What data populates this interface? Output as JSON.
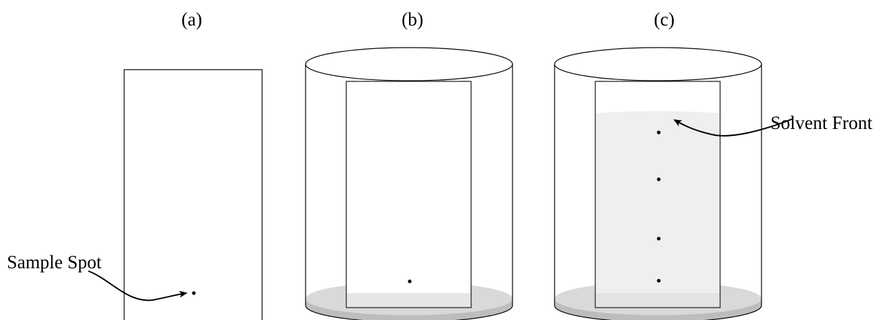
{
  "panels": {
    "a": {
      "label": "(a)"
    },
    "b": {
      "label": "(b)"
    },
    "c": {
      "label": "(c)"
    }
  },
  "annotations": {
    "sample_spot": "Sample Spot",
    "solvent_front": "Solvent Front"
  },
  "colors": {
    "outline": "#000000",
    "solvent": "#d9d9d9",
    "solvent_dark": "#bdbdbd",
    "wet_plate": "#efefef"
  }
}
